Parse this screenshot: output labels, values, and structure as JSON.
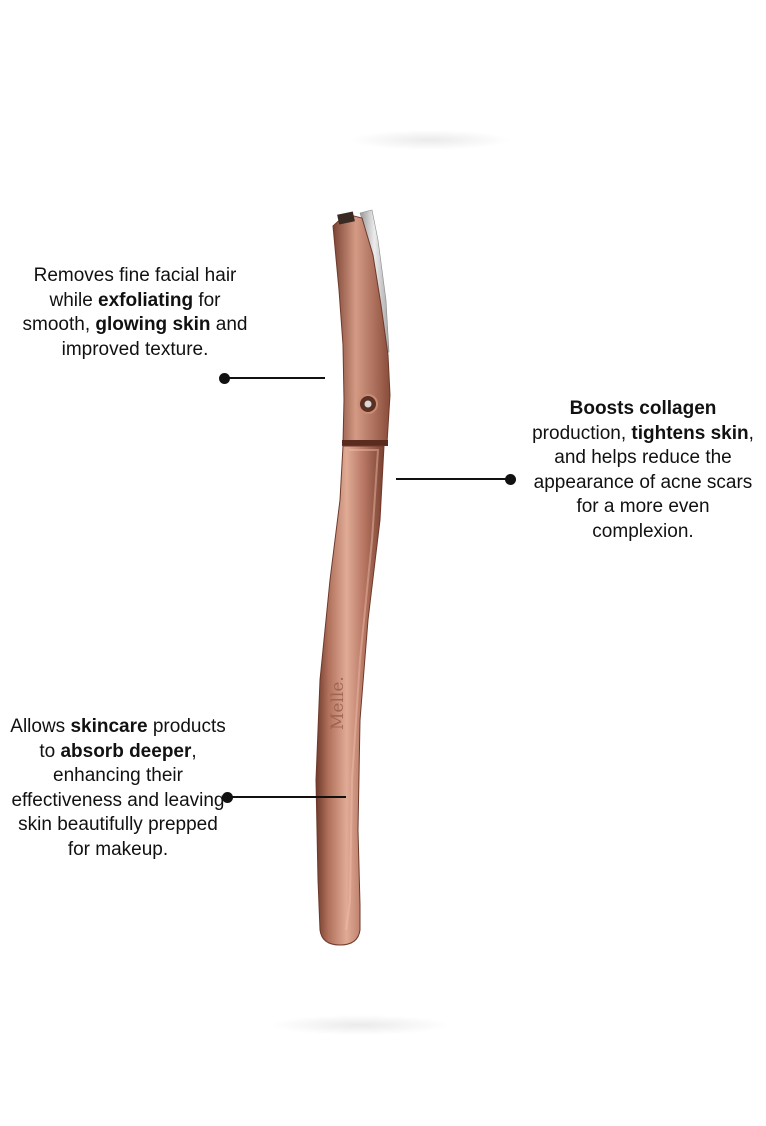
{
  "brand_mark": "Melle.",
  "callouts": {
    "top_left": {
      "s1": "Removes fine facial hair while ",
      "b1": "exfoliating",
      "s2": " for smooth, ",
      "b2": "glowing skin",
      "s3": " and improved texture."
    },
    "right": {
      "b1": "Boosts collagen",
      "s1": " production, ",
      "b2": "tightens skin",
      "s2": ", and helps reduce the appearance of acne scars for a more even complexion."
    },
    "bottom_left": {
      "s1": "Allows ",
      "b1": "skincare",
      "s2": " products to ",
      "b2": "absorb deeper",
      "s3": ", enhancing their effectiveness and leaving skin beautifully prepped for makeup."
    }
  },
  "colors": {
    "handle_base": "#b0705a",
    "handle_light": "#d9a08a",
    "handle_dark": "#6e3a2c",
    "blade": "#cfcfcf",
    "text": "#111111"
  }
}
